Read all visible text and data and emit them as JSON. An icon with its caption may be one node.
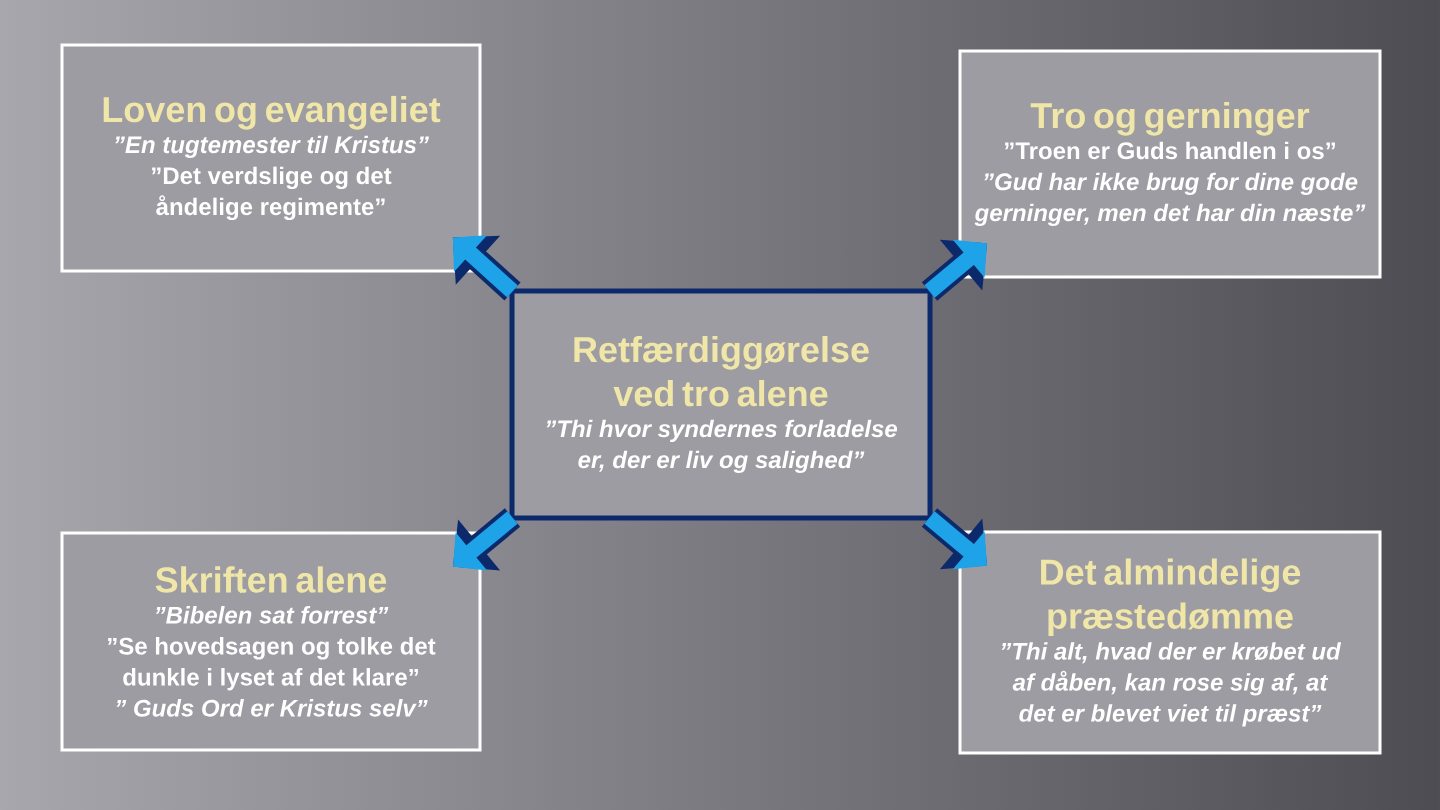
{
  "diagram": {
    "nodes": [
      {
        "text": [
          "Retfærdiggørelse ved tro alene",
          "”Thi hvor syndernes forladelse er, der er liv og salighed”"
        ]
      },
      {
        "text": [
          "Loven og evangeliet",
          "”En tugtemester til Kristus”",
          "”Det verdslige og det åndelige regimente”"
        ]
      },
      {
        "text": [
          "Tro og gerninger",
          "”Troen er Guds handlen i os”",
          "”Gud har ikke brug for dine gode gerninger, men det har din næste”"
        ]
      },
      {
        "text": [
          "Skriften alene",
          "”Bibelen sat forrest”",
          "”Se hovedsagen og tolke det dunkle i lyset af det klare”",
          "” Guds Ord er Kristus selv”"
        ]
      },
      {
        "text": [
          "Det almindelige præstedømme",
          "”Thi alt, hvad der er krøbet ud af dåben, kan rose sig af, at det er blevet viet til præst”"
        ]
      }
    ],
    "edges": [
      {
        "from": 0,
        "to": 1,
        "arrow": "to"
      },
      {
        "from": 0,
        "to": 2,
        "arrow": "to"
      },
      {
        "from": 0,
        "to": 3,
        "arrow": "to"
      },
      {
        "from": 0,
        "to": 4,
        "arrow": "to"
      }
    ]
  }
}
